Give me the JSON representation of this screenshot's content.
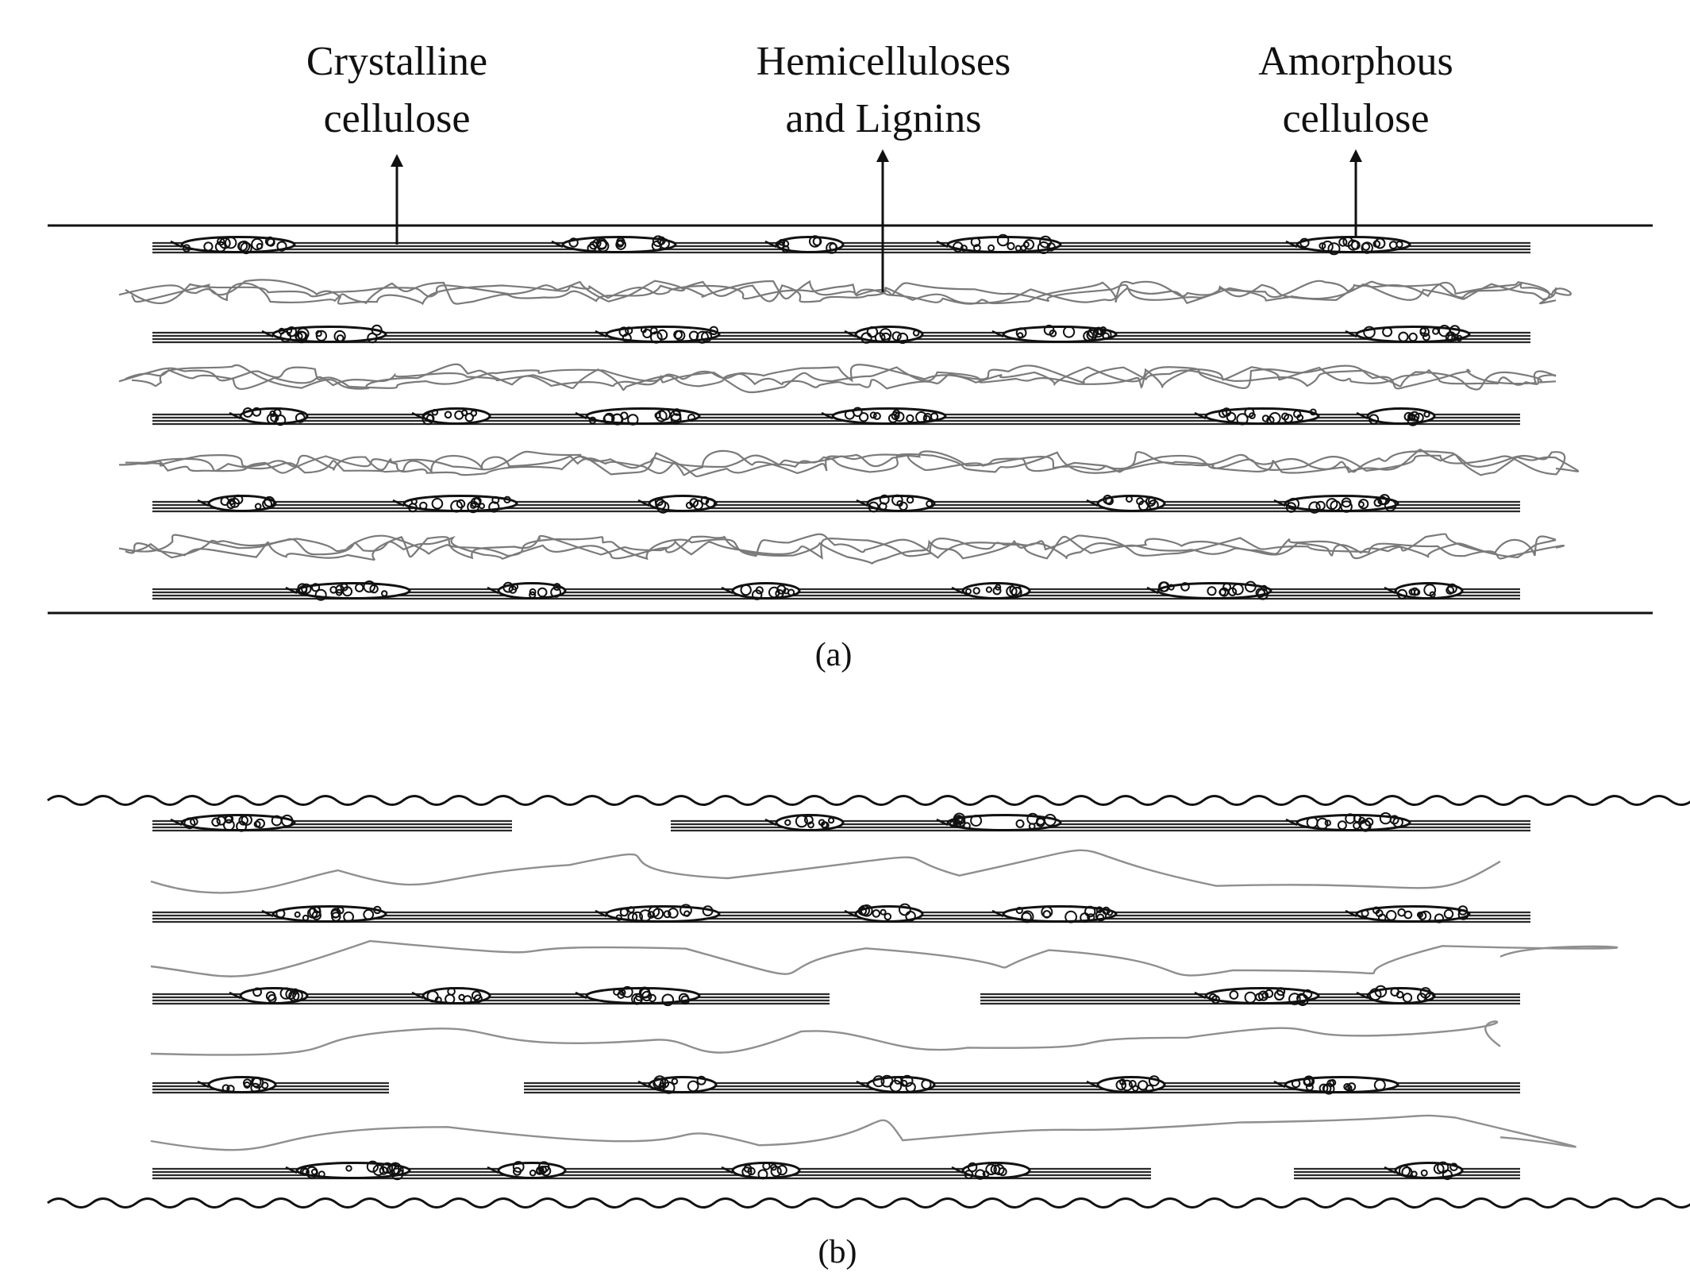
{
  "labels": {
    "crystalline": {
      "line1": "Crystalline",
      "line2": "cellulose"
    },
    "hemi": {
      "line1": "Hemicelluloses",
      "line2": "and Lignins"
    },
    "amorphous": {
      "line1": "Amorphous",
      "line2": "cellulose"
    }
  },
  "captions": {
    "a": "(a)",
    "b": "(b)"
  },
  "colors": {
    "ink": "#111111",
    "strand": "#2a2a2a",
    "hemi_dense": "#7a7a7a",
    "hemi_loose": "#8f8f8f",
    "background": "#ffffff"
  }
}
